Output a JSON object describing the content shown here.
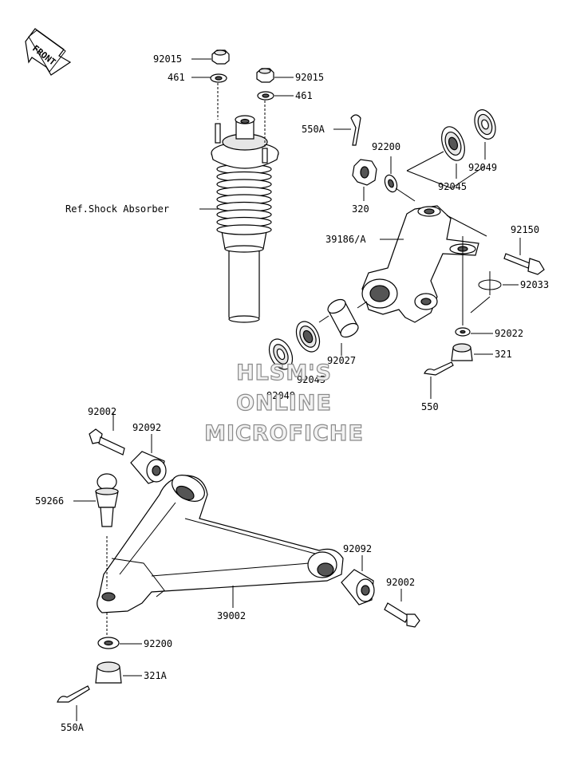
{
  "front_badge": "FRONT",
  "watermark": {
    "line1": "HLSM'S",
    "line2": "ONLINE",
    "line3": "MICROFICHE"
  },
  "labels": {
    "nut_top_left": "92015",
    "washer_top_left": "461",
    "nut_top_right": "92015",
    "washer_top_right": "461",
    "shock_ref": "Ref.Shock Absorber",
    "cotter_pin_top": "550A",
    "washer_knuckle": "92200",
    "nut_knuckle": "320",
    "bearing_top": "92045",
    "seal_top": "92049",
    "knuckle": "39186/A",
    "bolt_knuckle": "92150",
    "circlip": "92033",
    "washer_lower": "92022",
    "nut_lower": "321",
    "cotter_pin_lower": "550",
    "spacer": "92027",
    "bearing_lower": "92045",
    "seal_lower": "92049",
    "bolt_arm_left": "92002",
    "bushing_left": "92092",
    "ball_joint": "59266",
    "bushing_right": "92092",
    "bolt_arm_right": "92002",
    "arm": "39002",
    "washer_arm": "92200",
    "nut_arm": "321A",
    "cotter_pin_arm": "550A"
  }
}
